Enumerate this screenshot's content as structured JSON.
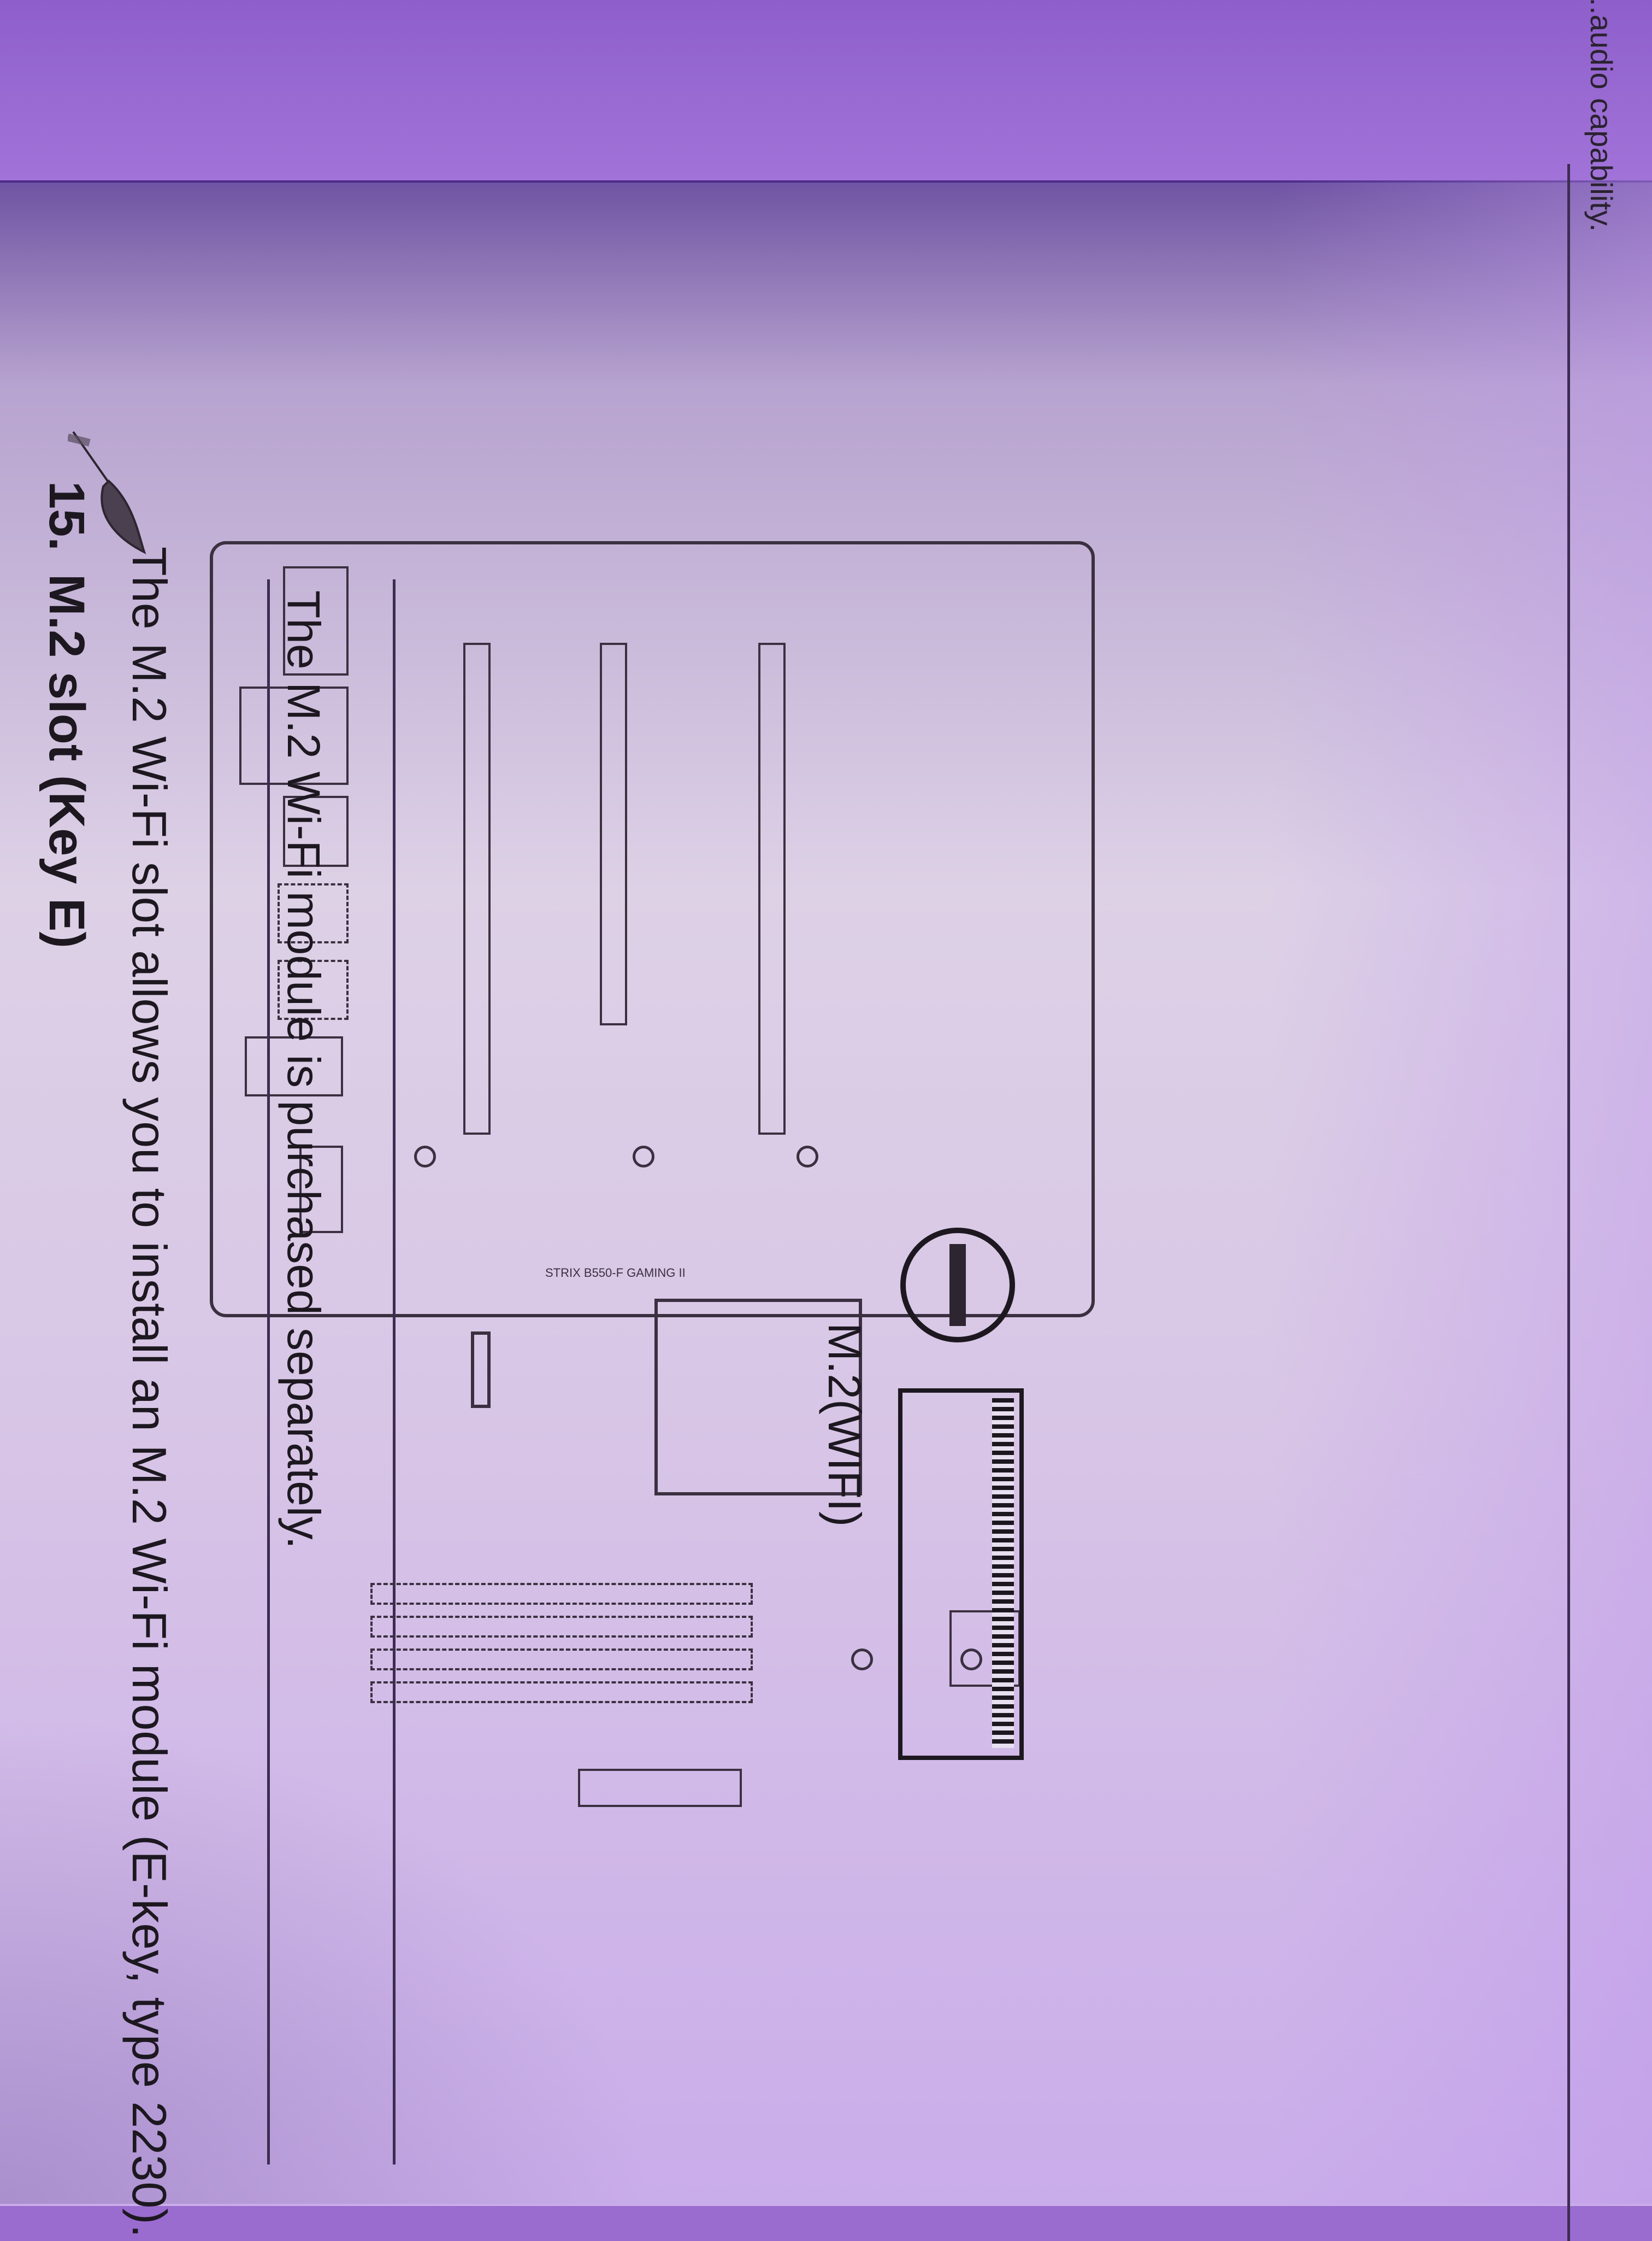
{
  "page": {
    "previous_section_tail": "...audio capability.",
    "section": {
      "number": "15.",
      "title": "M.2 slot (Key E)",
      "body": "The M.2 Wi-Fi slot allows you to install an M.2 Wi-Fi module (E-key, type 2230)."
    },
    "diagram": {
      "board_label": "STRIX B550-F GAMING II",
      "callout_label": "M.2(WIFI)",
      "icons": [
        "motherboard-diagram",
        "m2-slot-connector",
        "cmos-battery"
      ]
    },
    "note": {
      "icon": "feather-quill-icon",
      "text": "The M.2 Wi-Fi module is purchased separately."
    }
  },
  "colors": {
    "background_purple": "#9a6ccf",
    "paper": "#ddd1e6",
    "ink": "#1d1820"
  }
}
